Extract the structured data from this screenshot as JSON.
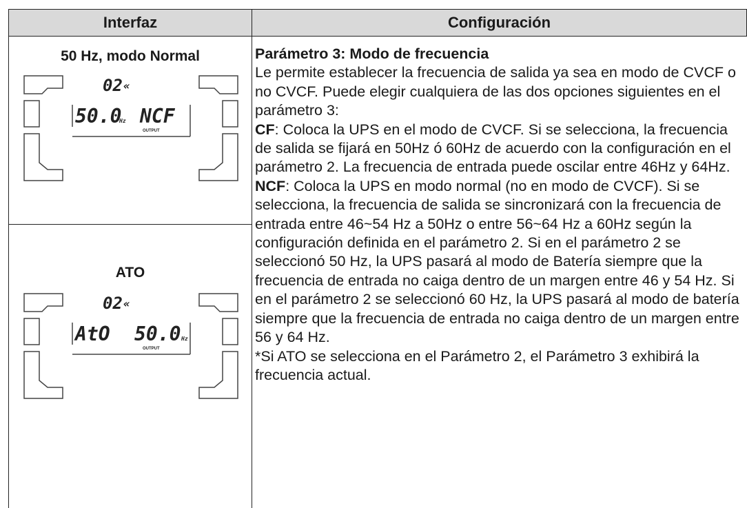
{
  "table": {
    "header_interface": "Interfaz",
    "header_config": "Configuración"
  },
  "rows": [
    {
      "title": "50 Hz, modo Normal",
      "lcd": {
        "top": "02",
        "mode_arrow": "«",
        "main_left": "50.0",
        "unit_left": "Hz",
        "main_right": "NCF",
        "unit_right": "",
        "output": "OUTPUT"
      }
    },
    {
      "title": "ATO",
      "lcd": {
        "top": "02",
        "mode_arrow": "«",
        "main_left": "AtO",
        "unit_left": "",
        "main_right": "50.0",
        "unit_right": "Hz",
        "output": "OUTPUT"
      }
    }
  ],
  "config": {
    "title": "Parámetro 3: Modo de frecuencia",
    "intro": "Le permite establecer la frecuencia de salida ya sea en modo de CVCF o no CVCF. Puede elegir cualquiera de las dos opciones siguientes en el parámetro 3:",
    "cf_label": "CF",
    "cf_text": ": Coloca la UPS en el modo de CVCF. Si se selecciona, la frecuencia de salida se fijará en 50Hz ó 60Hz de acuerdo con la configuración en el parámetro 2. La frecuencia de entrada puede oscilar entre 46Hz y 64Hz.",
    "ncf_label": "NCF",
    "ncf_text": ": Coloca la UPS en modo normal (no en modo de CVCF). Si se selecciona, la frecuencia de salida se sincronizará con la frecuencia de entrada entre 46~54 Hz a 50Hz o entre 56~64 Hz a 60Hz según la configuración definida en el parámetro 2. Si en el parámetro 2 se seleccionó 50 Hz, la UPS pasará al modo de Batería siempre que la frecuencia de entrada no caiga dentro de un margen entre 46 y 54 Hz. Si en el parámetro 2 se seleccionó 60 Hz, la UPS pasará al modo de batería siempre que la frecuencia de entrada no caiga dentro de un margen entre 56 y 64 Hz.",
    "note": "*Si ATO se selecciona en el Parámetro 2, el Parámetro 3 exhibirá la frecuencia actual."
  }
}
